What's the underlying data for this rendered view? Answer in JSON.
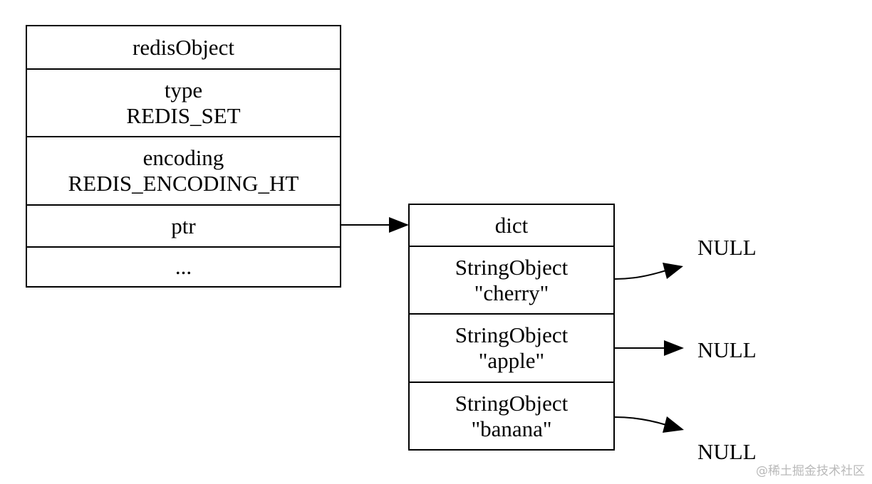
{
  "redis_object": {
    "title": "redisObject",
    "type_label": "type",
    "type_value": "REDIS_SET",
    "encoding_label": "encoding",
    "encoding_value": "REDIS_ENCODING_HT",
    "ptr_label": "ptr",
    "more_label": "..."
  },
  "dict": {
    "title": "dict",
    "entries": [
      {
        "label": "StringObject",
        "value": "\"cherry\"",
        "points_to": "NULL"
      },
      {
        "label": "StringObject",
        "value": "\"apple\"",
        "points_to": "NULL"
      },
      {
        "label": "StringObject",
        "value": "\"banana\"",
        "points_to": "NULL"
      }
    ]
  },
  "edges": [
    {
      "from": "redisObject.ptr",
      "to": "dict"
    },
    {
      "from": "dict.cherry",
      "to": "NULL"
    },
    {
      "from": "dict.apple",
      "to": "NULL"
    },
    {
      "from": "dict.banana",
      "to": "NULL"
    }
  ],
  "colors": {
    "line": "#000000",
    "background": "#ffffff",
    "watermark": "#b9b9b9"
  },
  "watermark": "@稀土掘金技术社区"
}
